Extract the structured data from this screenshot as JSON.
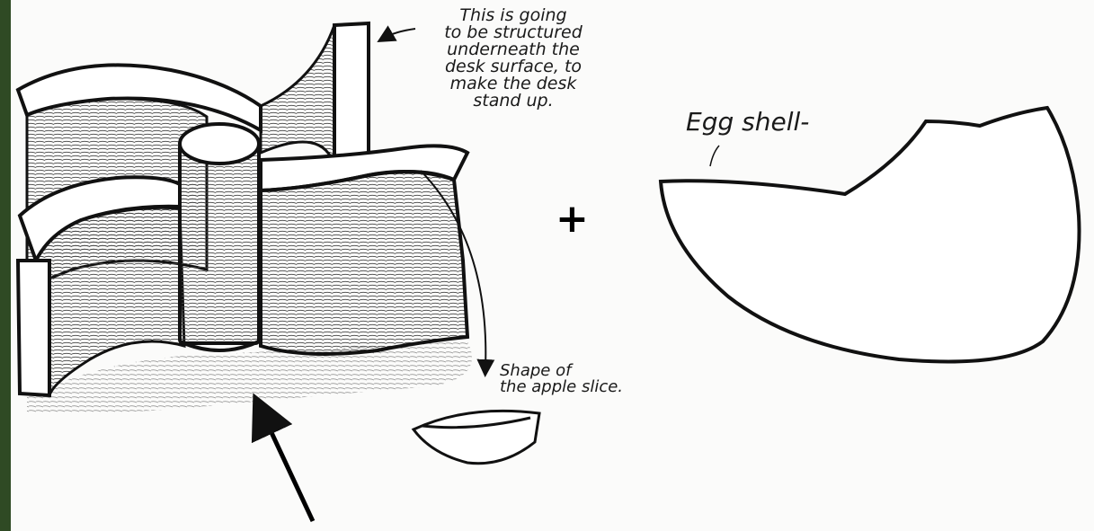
{
  "annotations": {
    "structure_note": [
      "This is going",
      "to be structured",
      "underneath the",
      "desk surface, to",
      "make the desk",
      "stand up."
    ],
    "apple_note": [
      "Shape of",
      "the apple slice."
    ],
    "egg_label": "Egg shell-",
    "plus_sign": "+"
  },
  "colors": {
    "ink": "#111111",
    "frame": "#2f4a24",
    "paper": "#fbfbfa"
  }
}
